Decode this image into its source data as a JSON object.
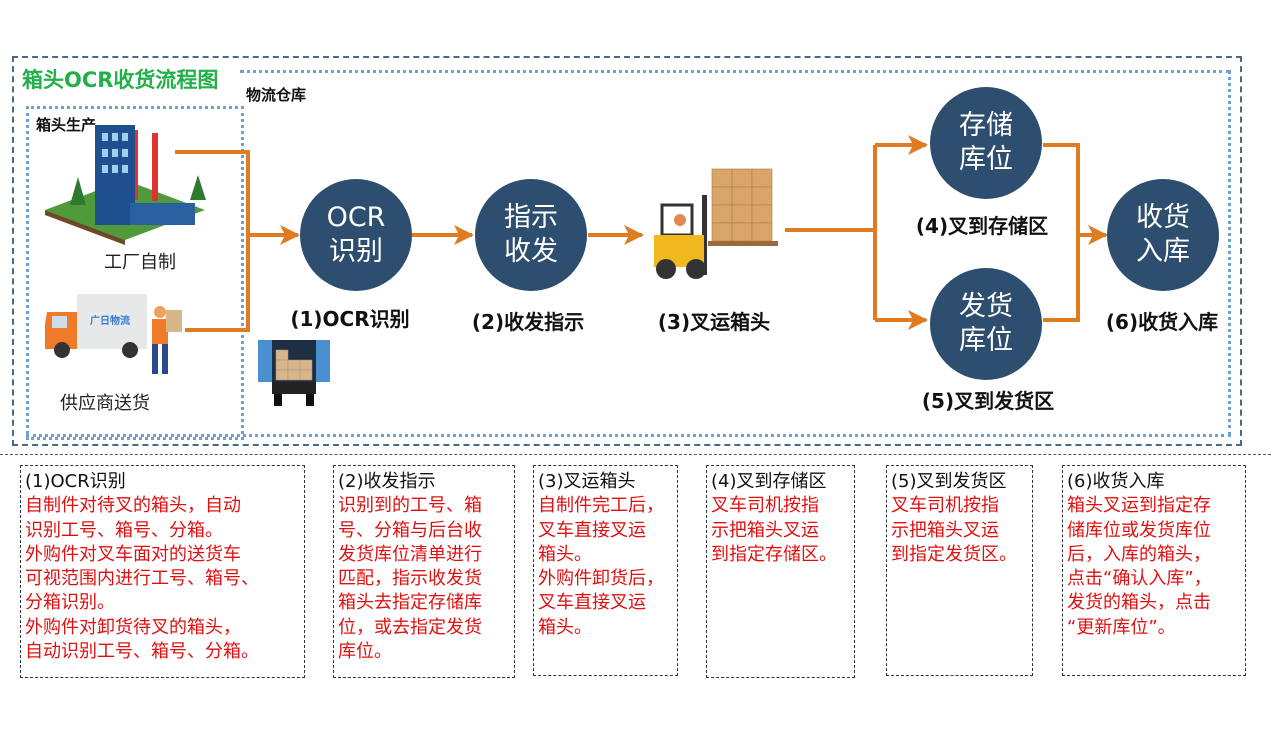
{
  "title": "箱头OCR收货流程图",
  "zones": {
    "warehouse": "物流仓库",
    "production": "箱头生产"
  },
  "sources": {
    "factory": "工厂自制",
    "supplier": "供应商送货",
    "truck_sign": "广日物流"
  },
  "circles": {
    "ocr": [
      "OCR",
      "识别"
    ],
    "dispatch": [
      "指示",
      "收发"
    ],
    "storage": [
      "存储",
      "库位"
    ],
    "shipping": [
      "发货",
      "库位"
    ],
    "receive": [
      "收货",
      "入库"
    ]
  },
  "steps": [
    "(1)OCR识别",
    "(2)收发指示",
    "(3)叉运箱头",
    "(4)叉到存储区",
    "(5)叉到发货区",
    "(6)收货入库"
  ],
  "colors": {
    "arrow": "#e07b22",
    "circle": "#2d4e6e",
    "title": "#22b04a",
    "desc": "#e01010"
  },
  "boxes": [
    {
      "heading": "(1)OCR识别",
      "lines": [
        "自制件对待叉的箱头，自动",
        "识别工号、箱号、分箱。",
        "外购件对叉车面对的送货车",
        "可视范围内进行工号、箱号、",
        "分箱识别。",
        "外购件对卸货待叉的箱头，",
        "自动识别工号、箱号、分箱。"
      ]
    },
    {
      "heading": "(2)收发指示",
      "lines": [
        "识别到的工号、箱",
        "号、分箱与后台收",
        "发货库位清单进行",
        "匹配，指示收发货",
        "箱头去指定存储库",
        "位，或去指定发货",
        "库位。"
      ]
    },
    {
      "heading": "(3)叉运箱头",
      "lines": [
        "自制件完工后，",
        "叉车直接叉运",
        "箱头。",
        "外购件卸货后，",
        "叉车直接叉运",
        "箱头。"
      ]
    },
    {
      "heading": "(4)叉到存储区",
      "lines": [
        "叉车司机按指",
        "示把箱头叉运",
        "到指定存储区。"
      ]
    },
    {
      "heading": "(5)叉到发货区",
      "lines": [
        "叉车司机按指",
        "示把箱头叉运",
        "到指定发货区。"
      ]
    },
    {
      "heading": "(6)收货入库",
      "lines": [
        "箱头叉运到指定存",
        "储库位或发货库位",
        "后，入库的箱头，",
        "点击“确认入库”，",
        "发货的箱头，点击",
        "“更新库位”。"
      ]
    }
  ]
}
